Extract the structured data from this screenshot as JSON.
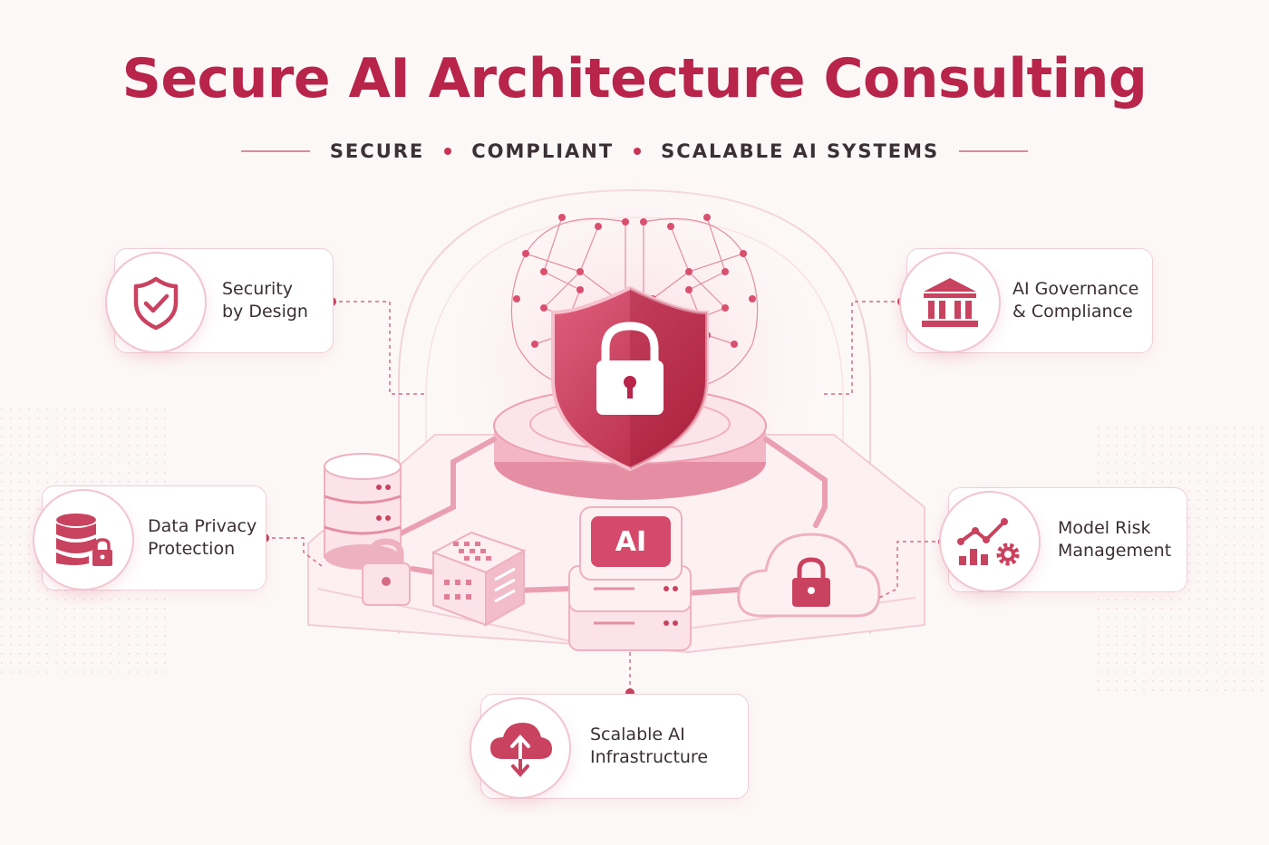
{
  "title": "Secure AI Architecture Consulting",
  "subtitle": {
    "items": [
      "SECURE",
      "COMPLIANT",
      "SCALABLE AI SYSTEMS"
    ]
  },
  "center": {
    "ai_label": "AI"
  },
  "cards": {
    "security_by_design": {
      "line1": "Security",
      "line2": "by Design",
      "icon": "shield-check-icon"
    },
    "governance": {
      "line1": "AI Governance",
      "line2": "& Compliance",
      "icon": "bank-building-icon"
    },
    "data_privacy": {
      "line1": "Data Privacy",
      "line2": "Protection",
      "icon": "database-lock-icon"
    },
    "model_risk": {
      "line1": "Model Risk",
      "line2": "Management",
      "icon": "chart-gear-icon"
    },
    "infrastructure": {
      "line1": "Scalable AI",
      "line2": "Infrastructure",
      "icon": "cloud-upload-icon"
    }
  },
  "colors": {
    "accent": "#b8244a",
    "accent_light": "#e58aa0",
    "accent_pale": "#f6dce3"
  }
}
